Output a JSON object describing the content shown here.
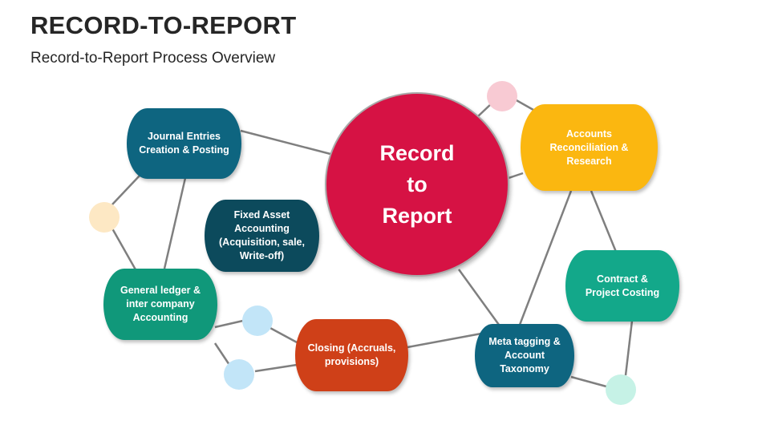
{
  "header": {
    "title": "RECORD-TO-REPORT",
    "subtitle": "Record-to-Report Process Overview"
  },
  "hub": {
    "label": "Record\nto\nReport",
    "color": "#d61244",
    "border_color": "#a9a9a9"
  },
  "nodes": {
    "journal": {
      "label": "Journal Entries\nCreation & Posting",
      "color": "#0e6580"
    },
    "fixed_asset": {
      "label": "Fixed Asset\nAccounting\n(Acquisition, sale,\nWrite-off)",
      "color": "#0c4a5c"
    },
    "general_ledger": {
      "label": "General ledger &\ninter company\nAccounting",
      "color": "#10987a"
    },
    "accounts_recon": {
      "label": "Accounts\nReconciliation &\nResearch",
      "color": "#fbb710"
    },
    "contract": {
      "label": "Contract &\nProject Costing",
      "color": "#13a88a"
    },
    "closing": {
      "label": "Closing (Accruals,\nprovisions)",
      "color": "#cf4018"
    },
    "meta": {
      "label": "Meta tagging &\nAccount\nTaxonomy",
      "color": "#0e6580"
    }
  },
  "dots": {
    "pink": "#f8cad3",
    "yellow": "#fde8c4",
    "blue": "#c2e5f8",
    "mint": "#c6f2e6"
  },
  "line_color": "#7f7f7f"
}
